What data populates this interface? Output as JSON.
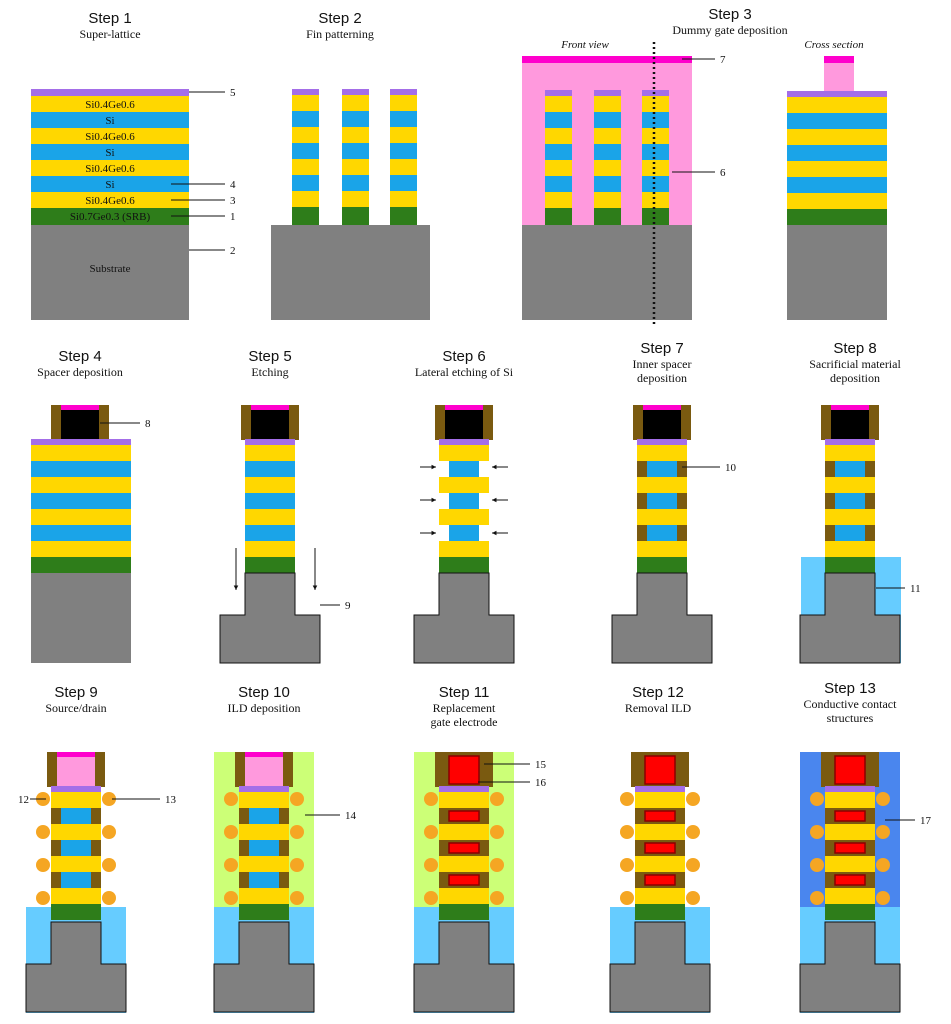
{
  "steps": [
    {
      "title": "Step 1",
      "subtitle": "Super-lattice"
    },
    {
      "title": "Step 2",
      "subtitle": "Fin patterning"
    },
    {
      "title": "Step 3",
      "subtitle": "Dummy gate deposition"
    },
    {
      "title": "Step 4",
      "subtitle": "Spacer deposition"
    },
    {
      "title": "Step 5",
      "subtitle": "Etching"
    },
    {
      "title": "Step 6",
      "subtitle": "Lateral etching of Si"
    },
    {
      "title": "Step 7",
      "subtitle": "Inner spacer\ndeposition"
    },
    {
      "title": "Step 8",
      "subtitle": "Sacrificial material\ndeposition"
    },
    {
      "title": "Step  9",
      "subtitle": "Source/drain"
    },
    {
      "title": "Step 10",
      "subtitle": "ILD deposition"
    },
    {
      "title": "Step 11",
      "subtitle": "Replacement\ngate electrode"
    },
    {
      "title": "Step 12",
      "subtitle": "Removal ILD"
    },
    {
      "title": "Step 13",
      "subtitle": "Conductive contact\nstructures"
    }
  ],
  "layer_labels": {
    "sige": "Si0.4Ge0.6",
    "si": "Si",
    "srb": "Si0.7Ge0.3 (SRB)",
    "substrate": "Substrate"
  },
  "views": {
    "front": "Front view",
    "cross": "Cross section"
  },
  "callouts": [
    "1",
    "2",
    "3",
    "4",
    "5",
    "6",
    "7",
    "8",
    "9",
    "10",
    "11",
    "12",
    "13",
    "14",
    "15",
    "16",
    "17"
  ],
  "colors": {
    "sige": "#ffd700",
    "si": "#1aa4e8",
    "srb": "#2e7d1a",
    "substrate": "#808080",
    "cap": "#a46ee8",
    "gate_top": "#ff00cc",
    "dummy_gate": "#ff99dd",
    "spacer": "#7a5a10",
    "sacrificial": "#66ccff",
    "sd": "#f5a623",
    "ild": "#ccff77",
    "metal_gate": "#ff0000",
    "contact": "#4a86ee"
  }
}
